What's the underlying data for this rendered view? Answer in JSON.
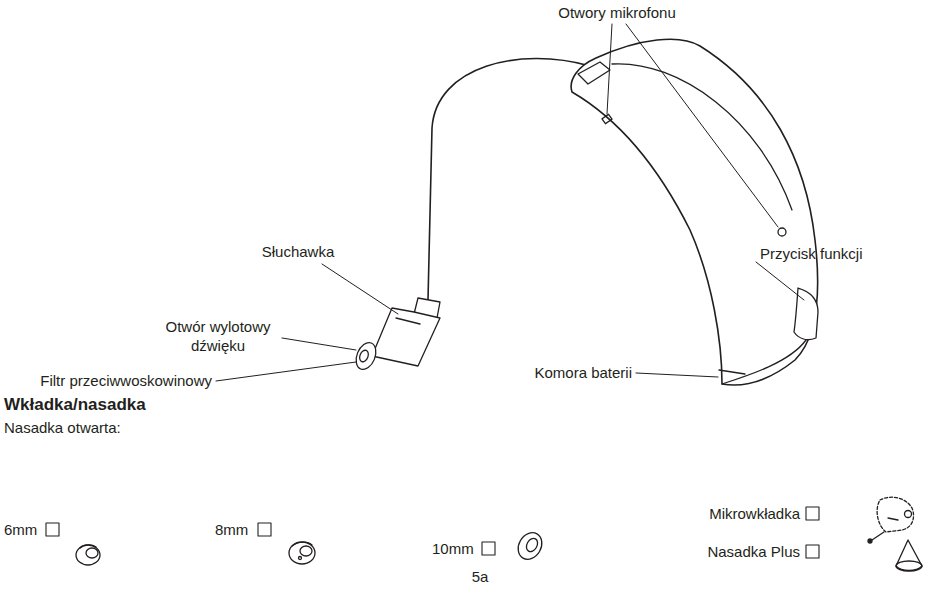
{
  "diagram": {
    "labels": [
      "Otwory mikrofonu",
      "Słuchawka",
      "Przycisk funkcji",
      "Otwór wylotowy dźwięku",
      "Filtr przeciwwoskowinowy",
      "Komora baterii",
      "Wkładka/nasadka",
      "Nasadka otwarta:",
      "6mm",
      "8mm",
      "10mm",
      "Mikrowkładka",
      "Nasadka Plus",
      "5a"
    ]
  }
}
